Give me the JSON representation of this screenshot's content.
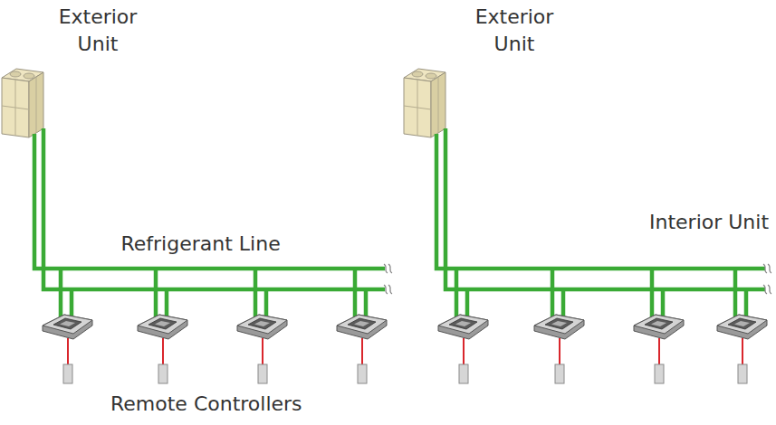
{
  "diagram": {
    "nodes": [
      {
        "text": [
          "Exterior Unit"
        ]
      },
      {
        "text": [
          "Exterior Unit"
        ]
      }
    ],
    "labels": [
      "Refrigerant Line",
      "Interior Unit",
      "Remote Controllers"
    ]
  }
}
